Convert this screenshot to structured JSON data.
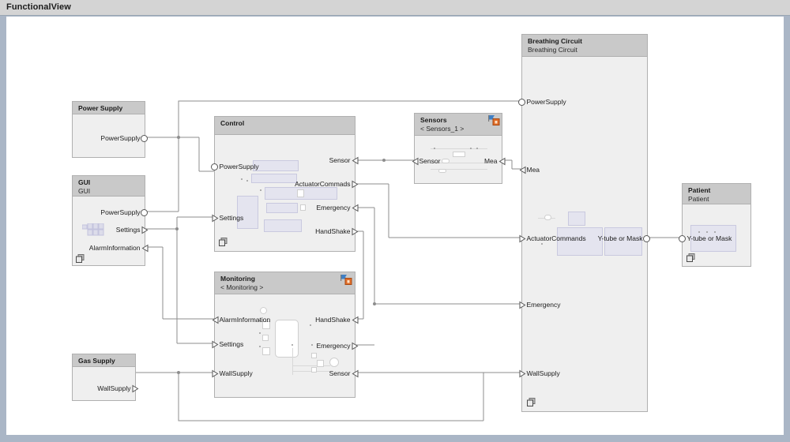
{
  "window": {
    "title": "FunctionalView"
  },
  "blocks": {
    "power_supply": {
      "title": "Power Supply",
      "subtitle": "",
      "ports": [
        {
          "name": "PowerSupply",
          "kind": "circle",
          "side": "right"
        }
      ]
    },
    "gui": {
      "title": "GUI",
      "subtitle": "GUI",
      "ports": [
        {
          "name": "PowerSupply",
          "kind": "circle",
          "side": "right"
        },
        {
          "name": "Settings",
          "kind": "out",
          "side": "right"
        },
        {
          "name": "AlarmInformation",
          "kind": "in",
          "side": "right"
        }
      ]
    },
    "gas_supply": {
      "title": "Gas Supply",
      "subtitle": "",
      "ports": [
        {
          "name": "WallSupply",
          "kind": "out",
          "side": "right"
        }
      ]
    },
    "control": {
      "title": "Control",
      "subtitle": "",
      "ports": [
        {
          "name": "PowerSupply",
          "kind": "circle",
          "side": "left"
        },
        {
          "name": "Settings",
          "kind": "out",
          "side": "left"
        },
        {
          "name": "Sensor",
          "kind": "in",
          "side": "right"
        },
        {
          "name": "ActuatorCommads",
          "kind": "out",
          "side": "right"
        },
        {
          "name": "Emergency",
          "kind": "in",
          "side": "right"
        },
        {
          "name": "HandShake",
          "kind": "out",
          "side": "right"
        }
      ]
    },
    "monitoring": {
      "title": "Monitoring",
      "subtitle": "< Monitoring >",
      "ports": [
        {
          "name": "AlarmInformation",
          "kind": "in",
          "side": "left"
        },
        {
          "name": "Settings",
          "kind": "out",
          "side": "left"
        },
        {
          "name": "WallSupply",
          "kind": "out",
          "side": "left"
        },
        {
          "name": "HandShake",
          "kind": "in",
          "side": "right"
        },
        {
          "name": "Emergency",
          "kind": "out",
          "side": "right"
        },
        {
          "name": "Sensor",
          "kind": "in",
          "side": "right"
        }
      ]
    },
    "sensors": {
      "title": "Sensors",
      "subtitle": "< Sensors_1 >",
      "ports": [
        {
          "name": "Sensor",
          "kind": "in",
          "side": "left"
        },
        {
          "name": "Mea",
          "kind": "in",
          "side": "right"
        }
      ]
    },
    "breathing_circuit": {
      "title": "Breathing Circuit",
      "subtitle": "Breathing Circuit",
      "ports": [
        {
          "name": "PowerSupply",
          "kind": "circle",
          "side": "left"
        },
        {
          "name": "Mea",
          "kind": "in",
          "side": "left"
        },
        {
          "name": "ActuatorCommands",
          "kind": "out",
          "side": "left"
        },
        {
          "name": "Emergency",
          "kind": "out",
          "side": "left"
        },
        {
          "name": "WallSupply",
          "kind": "out",
          "side": "left"
        },
        {
          "name": "Y-tube or Mask",
          "kind": "circle",
          "side": "right"
        }
      ]
    },
    "patient": {
      "title": "Patient",
      "subtitle": "Patient",
      "ports": [
        {
          "name": "Y-tube or Mask",
          "kind": "circle",
          "side": "left"
        }
      ]
    }
  },
  "icons": {
    "badge_lock": "lock-badge-icon",
    "badge_flag": "flag-badge-icon",
    "nested_diagram": "nested-diagram-icon",
    "grid": "grid-icon"
  },
  "colors": {
    "frame": "#aab6c6",
    "titlebar": "#d4d4d4",
    "canvas": "#ffffff",
    "block_fill": "#efefef",
    "block_header": "#c9c9c9",
    "block_border": "#b0b0b0",
    "wire": "#8d8d8d",
    "accent_lock": "#e06c27",
    "accent_flag": "#3f7fc4",
    "art_fill": "#e3e3f0"
  }
}
